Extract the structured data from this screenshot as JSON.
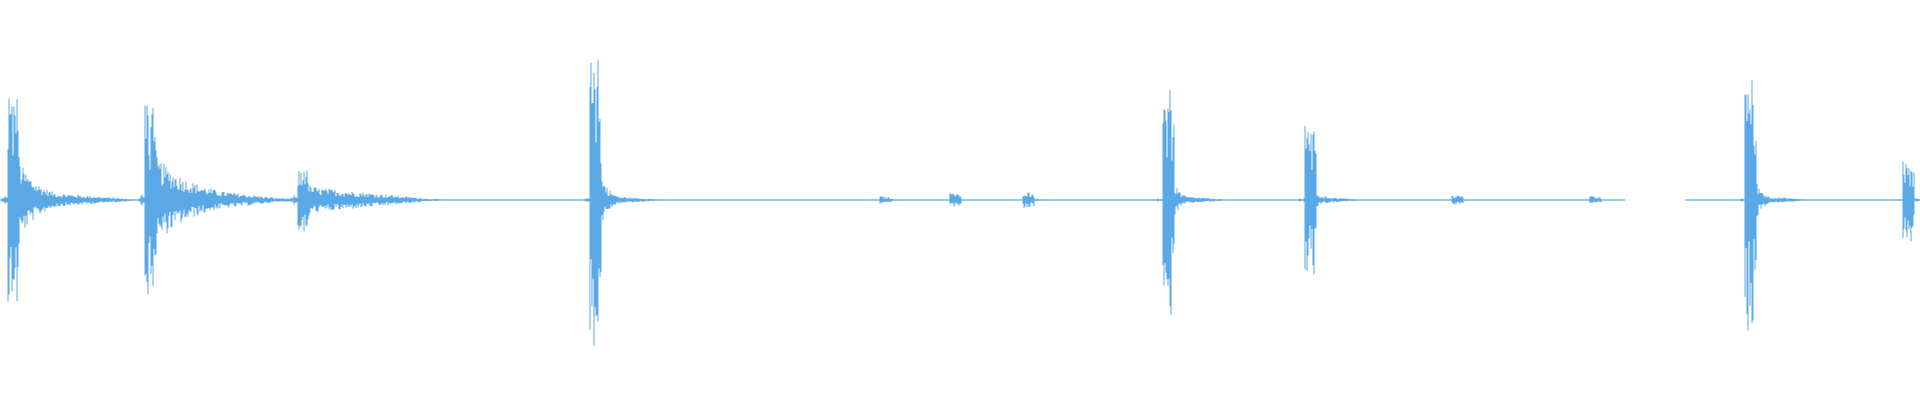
{
  "waveform": {
    "color": "#5aa9e6",
    "background": "#ffffff",
    "events": [
      {
        "name": "transient-1",
        "amp_up": 0.55,
        "amp_down": 0.55,
        "tail": 0.06,
        "decay": 0.35,
        "segment": "start"
      },
      {
        "name": "transient-2",
        "amp_up": 0.48,
        "amp_down": 0.48,
        "tail": 0.1,
        "decay": 0.6,
        "segment": "start"
      },
      {
        "name": "transient-3",
        "amp_up": 0.16,
        "amp_down": 0.16,
        "tail": 0.08,
        "decay": 0.7,
        "segment": "start"
      },
      {
        "name": "transient-4",
        "amp_up": 0.74,
        "amp_down": 0.74,
        "tail": 0.03,
        "decay": 0.25,
        "segment": "mid"
      },
      {
        "name": "soft-blip-1",
        "amp_up": 0.02,
        "amp_down": 0.02,
        "tail": 0.01,
        "decay": 0.2,
        "segment": "mid"
      },
      {
        "name": "soft-blip-2",
        "amp_up": 0.04,
        "amp_down": 0.04,
        "tail": 0.01,
        "decay": 0.2,
        "segment": "mid"
      },
      {
        "name": "soft-blip-3",
        "amp_up": 0.05,
        "amp_down": 0.05,
        "tail": 0.01,
        "decay": 0.2,
        "segment": "mid"
      },
      {
        "name": "transient-5",
        "amp_up": 0.6,
        "amp_down": 0.6,
        "tail": 0.03,
        "decay": 0.25,
        "segment": "mid"
      },
      {
        "name": "transient-6",
        "amp_up": 0.38,
        "amp_down": 0.38,
        "tail": 0.03,
        "decay": 0.25,
        "segment": "late"
      },
      {
        "name": "soft-blip-4",
        "amp_up": 0.03,
        "amp_down": 0.03,
        "tail": 0.01,
        "decay": 0.2,
        "segment": "late"
      },
      {
        "name": "soft-blip-5",
        "amp_up": 0.02,
        "amp_down": 0.02,
        "tail": 0.01,
        "decay": 0.2,
        "segment": "late"
      },
      {
        "name": "transient-7",
        "amp_up": 0.66,
        "amp_down": 0.66,
        "tail": 0.03,
        "decay": 0.25,
        "segment": "late"
      },
      {
        "name": "transient-8",
        "amp_up": 0.22,
        "amp_down": 0.22,
        "tail": 0.02,
        "decay": 0.2,
        "segment": "late"
      }
    ]
  }
}
